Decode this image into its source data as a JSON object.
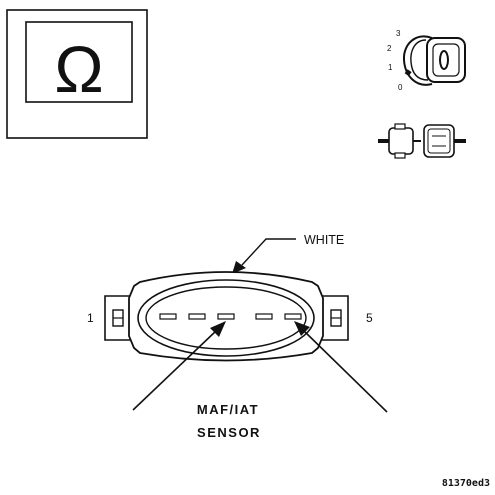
{
  "meter": {
    "symbol": "Ω"
  },
  "ignition": {
    "positions": [
      "3",
      "2",
      "1",
      "0"
    ]
  },
  "connector": {
    "color_label": "WHITE",
    "pin_first": "1",
    "pin_last": "5"
  },
  "sensor": {
    "label_line1": "MAF/IAT",
    "label_line2": "SENSOR"
  },
  "figure_id": "81370ed3"
}
